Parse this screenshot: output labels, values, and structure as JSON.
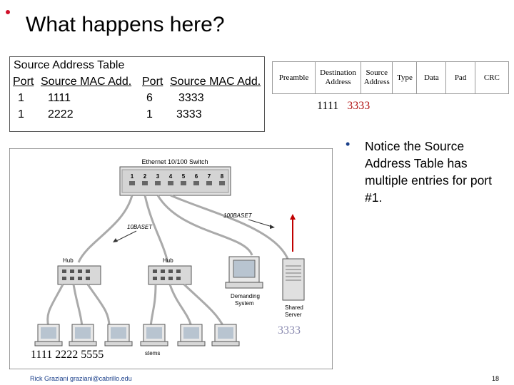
{
  "slide": {
    "title": "What happens here?",
    "footer_left": "Rick Graziani  graziani@cabrillo.edu",
    "page_number": "18"
  },
  "source_table": {
    "title": "Source Address Table",
    "col_port": "Port",
    "col_mac": "Source MAC Add.",
    "col_port2": "Port",
    "col_mac2": "Source MAC Add.",
    "rows_left": [
      {
        "port": "1",
        "mac": "1111"
      },
      {
        "port": "1",
        "mac": "2222"
      }
    ],
    "rows_right": [
      {
        "port": "6",
        "mac": "3333"
      },
      {
        "port": "1",
        "mac": "3333"
      }
    ]
  },
  "frame": {
    "fields": [
      "Preamble",
      "Destination Address",
      "Source Address",
      "Type",
      "Data",
      "Pad",
      "CRC"
    ],
    "dest_value": "1111",
    "src_value": "3333"
  },
  "note": {
    "text": "Notice the Source Address Table has multiple entries for port #1."
  },
  "diagram": {
    "switch_label": "Ethernet 10/100 Switch",
    "port_numbers": [
      "1",
      "2",
      "3",
      "4",
      "5",
      "6",
      "7",
      "8"
    ],
    "link_left": "10BASET",
    "link_right": "100BASET",
    "hub1_label": "Hub",
    "hub2_label": "Hub",
    "demanding_label": "Demanding",
    "demanding_label2": "System",
    "server_label": "Shared",
    "server_label2": "Server",
    "server_address": "3333",
    "hosts_label": "1111  2222  5555",
    "systems_fragment": "stems"
  },
  "colors": {
    "accent_red": "#b01010",
    "bullet_blue": "#1a3f8a",
    "server_addr_gray": "#8a8ab0"
  }
}
